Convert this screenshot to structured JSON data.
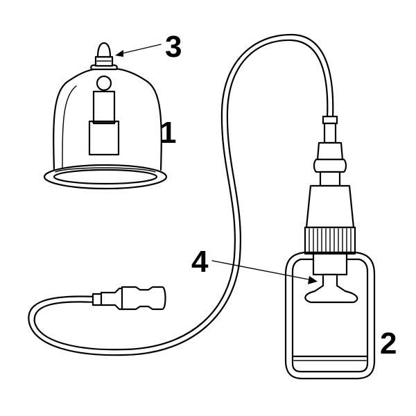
{
  "labels": {
    "cup": "1",
    "pump_bottle": "2",
    "valve": "3",
    "piston_handle": "4"
  },
  "colors": {
    "line": "#000000",
    "background": "#ffffff"
  }
}
